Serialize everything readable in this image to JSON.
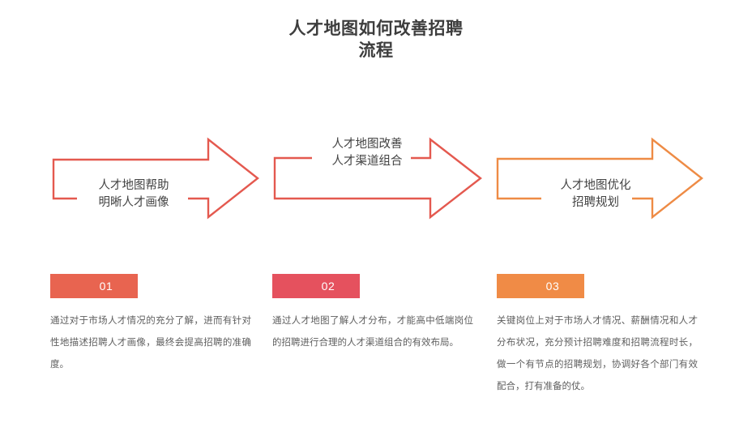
{
  "title": {
    "line1": "人才地图如何改善招聘",
    "line2": "流程"
  },
  "colors": {
    "accent_1": "#E4594F",
    "accent_2": "#E4594F",
    "accent_3": "#EE8B45",
    "badge_1": "#E86450",
    "badge_2": "#E5515E",
    "badge_3": "#F08B46",
    "title_text": "#3d3d3d",
    "body_text": "#5e5e5e",
    "arrow_label_text": "#434343",
    "background": "#FFFFFF"
  },
  "arrows": [
    {
      "id": "arrow-1",
      "label_line1": "人才地图帮助",
      "label_line2": "明晰人才画像",
      "color": "#E4594F",
      "label_position": "inside-bottom-break"
    },
    {
      "id": "arrow-2",
      "label_line1": "人才地图改善",
      "label_line2": "人才渠道组合",
      "color": "#E4594F",
      "label_position": "above-top-break"
    },
    {
      "id": "arrow-3",
      "label_line1": "人才地图优化",
      "label_line2": "招聘规划",
      "color": "#EE8B45",
      "label_position": "inside-bottom-break"
    }
  ],
  "columns": [
    {
      "id": "column-1",
      "badge": "01",
      "badge_color": "#E86450",
      "text": "通过对于市场人才情况的充分了解，进而有针对性地描述招聘人才画像，最终会提高招聘的准确度。"
    },
    {
      "id": "column-2",
      "badge": "02",
      "badge_color": "#E5515E",
      "text": "通过人才地图了解人才分布，才能高中低端岗位的招聘进行合理的人才渠道组合的有效布局。"
    },
    {
      "id": "column-3",
      "badge": "03",
      "badge_color": "#F08B46",
      "text": "关键岗位上对于市场人才情况、薪酬情况和人才分布状况，充分预计招聘难度和招聘流程时长，做一个有节点的招聘规划，协调好各个部门有效配合，打有准备的仗。"
    }
  ]
}
